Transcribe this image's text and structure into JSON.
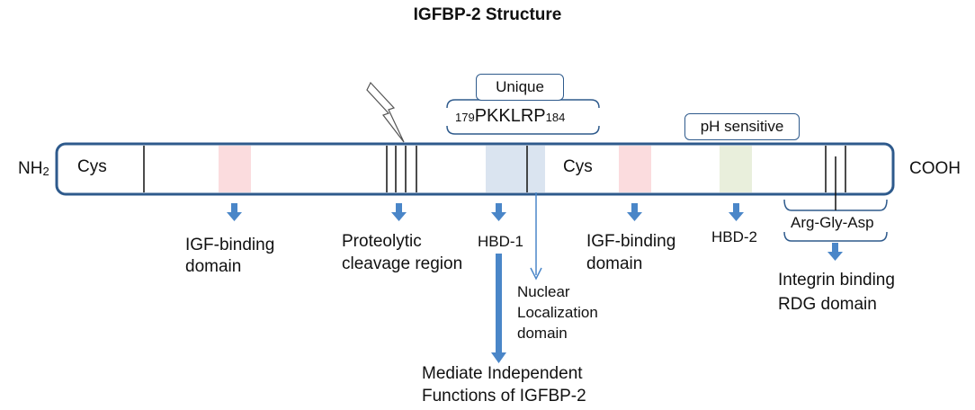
{
  "title": "IGFBP-2 Structure",
  "termini": {
    "n": "NH",
    "n_sub": "2",
    "c": "COOH"
  },
  "bar_labels": {
    "cys_left": "Cys",
    "cys_right": "Cys"
  },
  "unique": {
    "label": "Unique",
    "seq_start": "179",
    "seq_motif": "PKKLRP",
    "seq_end": "184"
  },
  "ph_label": "pH sensitive",
  "rgd_box": "Arg-Gly-Asp",
  "labels": {
    "igf1_a": "IGF-binding",
    "igf1_b": "domain",
    "proteo_a": "Proteolytic",
    "proteo_b": "cleavage region",
    "hbd1": "HBD-1",
    "igf2_a": "IGF-binding",
    "igf2_b": "domain",
    "hbd2": "HBD-2",
    "integrin_a": "Integrin binding",
    "integrin_b": "RDG domain",
    "nuclear_a": "Nuclear",
    "nuclear_b": "Localization",
    "nuclear_c": "domain",
    "mediate_a": "Mediate Independent",
    "mediate_b": "Functions of IGFBP-2"
  },
  "colors": {
    "bar_border": "#2e5a8c",
    "arrow": "#4a86c8",
    "igf_domain": "#fbdcde",
    "hbd1_domain": "#dae4f0",
    "hbd2_domain": "#e9efdc"
  }
}
